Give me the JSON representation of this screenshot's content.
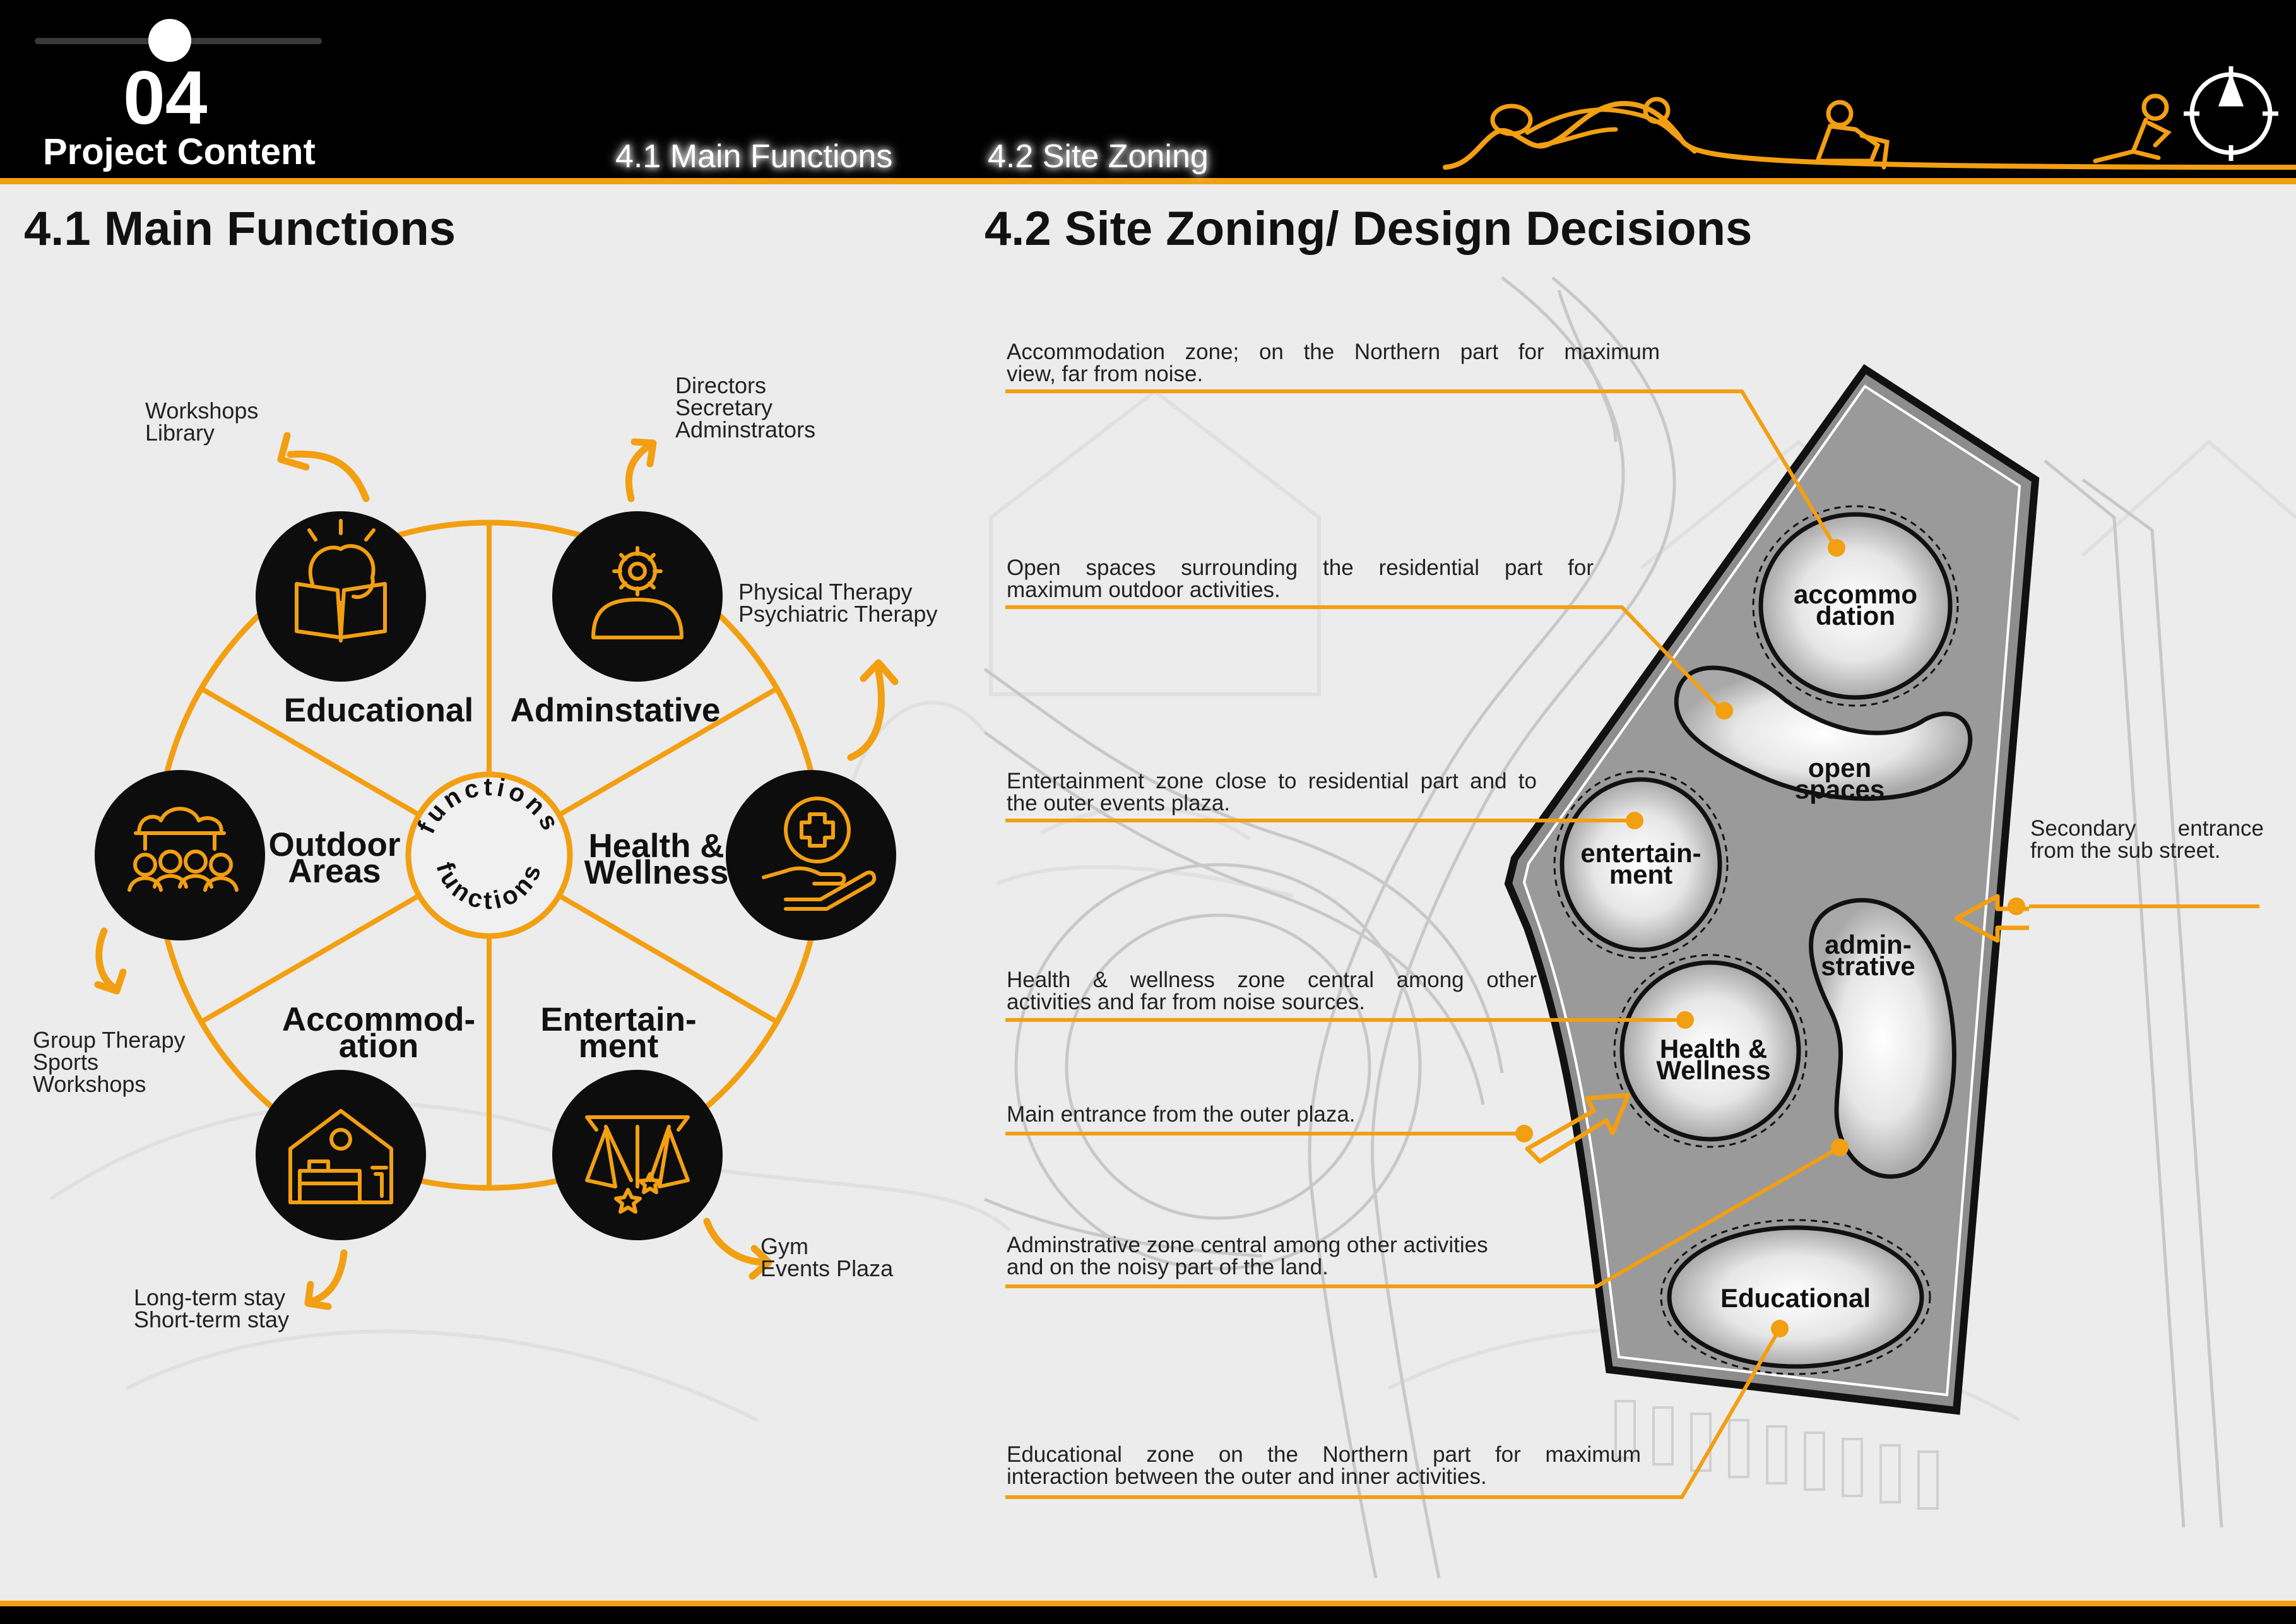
{
  "header": {
    "section_number": "04",
    "section_title": "Project Content",
    "tabs": [
      {
        "label": "4.1 Main Functions"
      },
      {
        "label": "4.2 Site Zoning"
      }
    ]
  },
  "left": {
    "title": "4.1 Main Functions",
    "center_label": "functions",
    "sectors": [
      {
        "label": "Educational",
        "icon": "brain-book-icon"
      },
      {
        "label": "Adminstative",
        "icon": "person-gear-icon"
      },
      {
        "label": "Health &\nWellness",
        "icon": "medical-hand-icon"
      },
      {
        "label": "Entertain-\nment",
        "icon": "stage-lights-icon"
      },
      {
        "label": "Accommod-\nation",
        "icon": "house-bed-icon"
      },
      {
        "label": "Outdoor\nAreas",
        "icon": "gathering-people-icon"
      }
    ],
    "activity_lists": [
      {
        "text": "Workshops\nLibrary"
      },
      {
        "text": "Directors\nSecretary\nAdminstrators"
      },
      {
        "text": "Physical Therapy\nPsychiatric Therapy"
      },
      {
        "text": "Gym\nEvents Plaza"
      },
      {
        "text": "Long-term stay\nShort-term stay"
      },
      {
        "text": "Group Therapy\nSports\nWorkshops"
      }
    ]
  },
  "right": {
    "title": "4.2 Site Zoning/ Design Decisions",
    "notes": [
      {
        "lines": [
          "Accommodation zone; on the Northern part for maximum",
          "view, far from noise."
        ]
      },
      {
        "lines": [
          "Open spaces surrounding the residential part for",
          "maximum outdoor activities."
        ]
      },
      {
        "lines": [
          "Entertainment zone close to residential part and to",
          "the outer events plaza."
        ]
      },
      {
        "lines": [
          "Health & wellness zone central among other",
          "activities and far from noise sources."
        ]
      },
      {
        "lines": [
          "Main entrance from the outer plaza."
        ]
      },
      {
        "lines": [
          "Adminstrative zone central among other activities",
          "and on the noisy part of the land."
        ]
      },
      {
        "lines": [
          "Educational zone on the Northern part for maximum",
          "interaction between the outer and inner activities."
        ]
      },
      {
        "lines": [
          "Secondary entrance",
          "from the sub street."
        ]
      }
    ],
    "zones": [
      {
        "label": "accommo\ndation"
      },
      {
        "label": "open\nspaces"
      },
      {
        "label": "entertain-\nment"
      },
      {
        "label": "admin-\nstrative"
      },
      {
        "label": "Health &\nWellness"
      },
      {
        "label": "Educational"
      }
    ]
  },
  "colors": {
    "accent": "#f29f12",
    "header_bg": "#000000",
    "page_bg": "#ececec"
  },
  "icons": [
    "compass-icon",
    "sitting-person-icon",
    "reclining-person-icon"
  ]
}
